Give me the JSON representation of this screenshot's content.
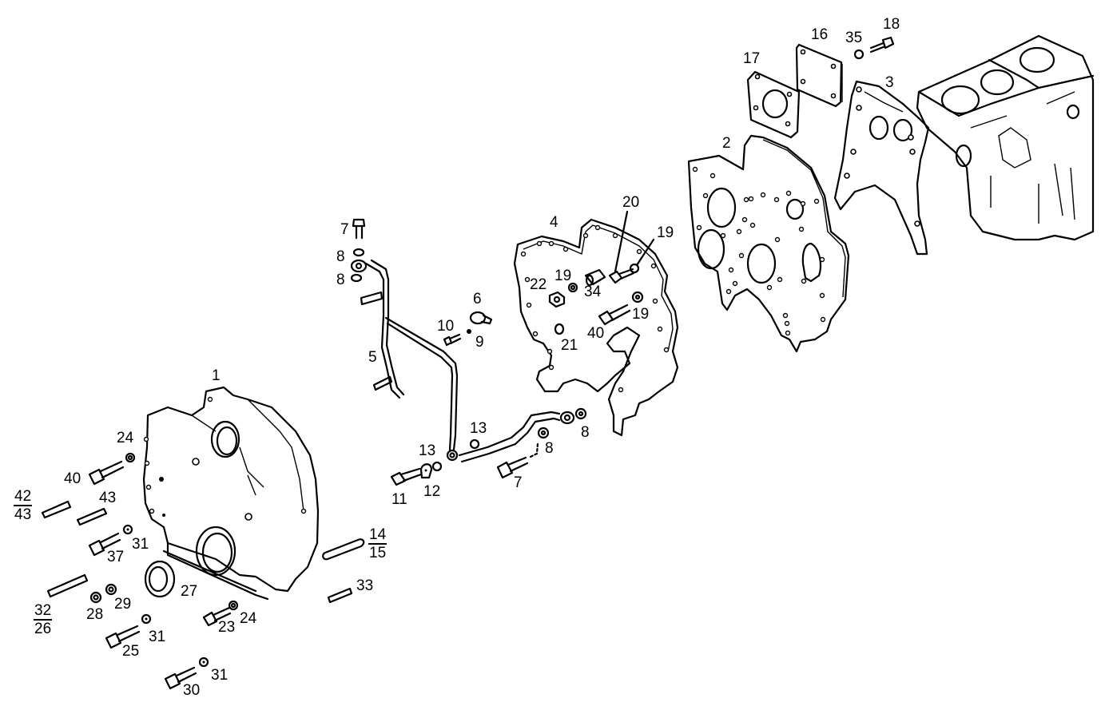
{
  "diagram": {
    "title": "Timing case / front cover exploded parts view",
    "type": "exploded parts diagram",
    "parts": [
      {
        "ref": "1",
        "label": "1",
        "name": "front timing cover"
      },
      {
        "ref": "2",
        "label": "2",
        "name": "rear timing plate"
      },
      {
        "ref": "3",
        "label": "3",
        "name": "block gasket plate"
      },
      {
        "ref": "4",
        "label": "4",
        "name": "cover gasket"
      },
      {
        "ref": "5",
        "label": "5",
        "name": "oil pipe"
      },
      {
        "ref": "6",
        "label": "6",
        "name": "banjo fitting"
      },
      {
        "ref": "7a",
        "label": "7",
        "name": "banjo bolt (upper)"
      },
      {
        "ref": "7b",
        "label": "7",
        "name": "banjo bolt (lower)"
      },
      {
        "ref": "8a",
        "label": "8",
        "name": "seal ring"
      },
      {
        "ref": "8b",
        "label": "8",
        "name": "seal ring"
      },
      {
        "ref": "8c",
        "label": "8",
        "name": "seal ring"
      },
      {
        "ref": "8d",
        "label": "8",
        "name": "seal ring"
      },
      {
        "ref": "9",
        "label": "9",
        "name": "washer"
      },
      {
        "ref": "10",
        "label": "10",
        "name": "screw"
      },
      {
        "ref": "11",
        "label": "11",
        "name": "bolt"
      },
      {
        "ref": "12",
        "label": "12",
        "name": "clip"
      },
      {
        "ref": "13a",
        "label": "13",
        "name": "washer"
      },
      {
        "ref": "13b",
        "label": "13",
        "name": "washer"
      },
      {
        "ref": "14_15",
        "label_num": "14",
        "label_den": "15",
        "name": "dowel pin"
      },
      {
        "ref": "16",
        "label": "16",
        "name": "cover plate"
      },
      {
        "ref": "17",
        "label": "17",
        "name": "flange gasket"
      },
      {
        "ref": "18",
        "label": "18",
        "name": "bolt"
      },
      {
        "ref": "19a",
        "label": "19",
        "name": "washer"
      },
      {
        "ref": "19b",
        "label": "19",
        "name": "washer"
      },
      {
        "ref": "19c",
        "label": "19",
        "name": "washer"
      },
      {
        "ref": "20",
        "label": "20",
        "name": "bolt"
      },
      {
        "ref": "21",
        "label": "21",
        "name": "plug"
      },
      {
        "ref": "22",
        "label": "22",
        "name": "nut"
      },
      {
        "ref": "23",
        "label": "23",
        "name": "bolt"
      },
      {
        "ref": "24a",
        "label": "24",
        "name": "washer"
      },
      {
        "ref": "24b",
        "label": "24",
        "name": "washer"
      },
      {
        "ref": "25",
        "label": "25",
        "name": "bolt"
      },
      {
        "ref": "27",
        "label": "27",
        "name": "crankshaft oil seal"
      },
      {
        "ref": "28",
        "label": "28",
        "name": "nut"
      },
      {
        "ref": "29",
        "label": "29",
        "name": "washer"
      },
      {
        "ref": "30",
        "label": "30",
        "name": "bolt"
      },
      {
        "ref": "31a",
        "label": "31",
        "name": "washer"
      },
      {
        "ref": "31b",
        "label": "31",
        "name": "washer"
      },
      {
        "ref": "31c",
        "label": "31",
        "name": "washer"
      },
      {
        "ref": "32_26",
        "label_num": "32",
        "label_den": "26",
        "name": "stud"
      },
      {
        "ref": "33",
        "label": "33",
        "name": "stud"
      },
      {
        "ref": "34",
        "label": "34",
        "name": "fitting"
      },
      {
        "ref": "35",
        "label": "35",
        "name": "washer"
      },
      {
        "ref": "37",
        "label": "37",
        "name": "bolt"
      },
      {
        "ref": "40a",
        "label": "40",
        "name": "bolt"
      },
      {
        "ref": "40b",
        "label": "40",
        "name": "bolt"
      },
      {
        "ref": "42_43",
        "label_num": "42",
        "label_den": "43",
        "name": "stud"
      },
      {
        "ref": "43",
        "label": "43",
        "name": "stud"
      }
    ]
  },
  "labels": {
    "p1": "1",
    "p2": "2",
    "p3": "3",
    "p4": "4",
    "p5": "5",
    "p6": "6",
    "p7a": "7",
    "p7b": "7",
    "p8a": "8",
    "p8b": "8",
    "p8c": "8",
    "p8d": "8",
    "p9": "9",
    "p10": "10",
    "p11": "11",
    "p12": "12",
    "p13a": "13",
    "p13b": "13",
    "p14_num": "14",
    "p14_den": "15",
    "p16": "16",
    "p17": "17",
    "p18": "18",
    "p19a": "19",
    "p19b": "19",
    "p19c": "19",
    "p20": "20",
    "p21": "21",
    "p22": "22",
    "p23": "23",
    "p24a": "24",
    "p24b": "24",
    "p25": "25",
    "p27": "27",
    "p28": "28",
    "p29": "29",
    "p30": "30",
    "p31a": "31",
    "p31b": "31",
    "p31c": "31",
    "p32_num": "32",
    "p32_den": "26",
    "p33": "33",
    "p34": "34",
    "p35": "35",
    "p37": "37",
    "p40a": "40",
    "p40b": "40",
    "p42_num": "42",
    "p42_den": "43",
    "p43": "43"
  }
}
